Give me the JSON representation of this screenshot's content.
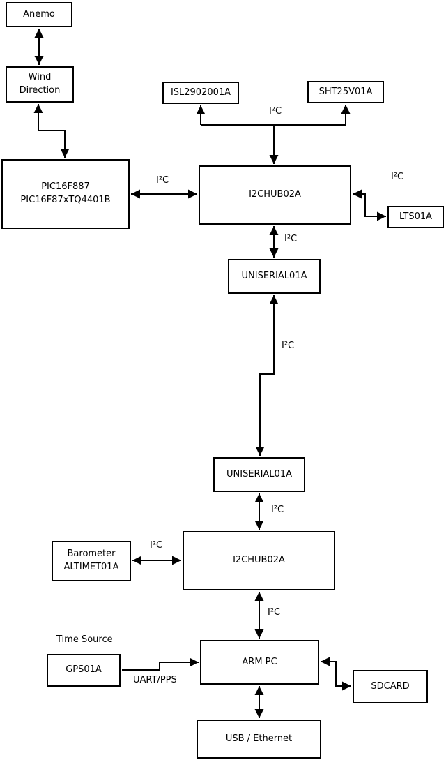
{
  "page": {
    "background": "#ffffff",
    "line_color": "#000000"
  },
  "diagram": {
    "nodes": {
      "anemo": "Anemo",
      "wind_direction": "Wind\nDirection",
      "pic": "PIC16F887\nPIC16F87xTQ4401B",
      "isl": "ISL2902001A",
      "sht": "SHT25V01A",
      "i2c_hub_top": "I2CHUB02A",
      "lts": "LTS01A",
      "uniserial_top": "UNISERIAL01A",
      "uniserial_bottom": "UNISERIAL01A",
      "i2c_hub_bottom": "I2CHUB02A",
      "barometer": "Barometer\nALTIMET01A",
      "arm_pc": "ARM PC",
      "gps": "GPS01A",
      "sdcard": "SDCARD",
      "usb_ethernet": "USB / Ethernet"
    },
    "edge_labels": {
      "pic_hub": "I²C",
      "hub_sensors": "I²C",
      "hub_lts": "I²C",
      "hub_uniserial": "I²C",
      "uniserial_link": "I²C",
      "uniserial_hub2": "I²C",
      "barometer_hub2": "I²C",
      "hub2_armpc": "I²C",
      "gps_armpc": "UART/PPS"
    },
    "annotations": {
      "time_source": "Time Source"
    }
  }
}
